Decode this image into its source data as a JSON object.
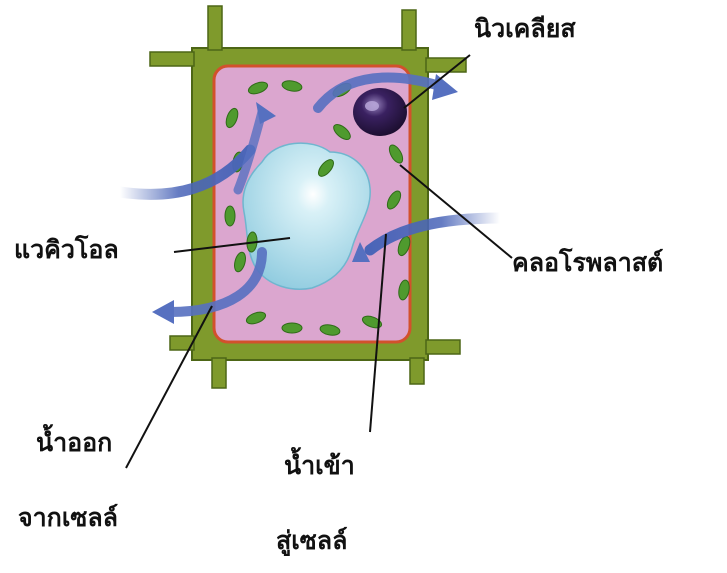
{
  "diagram": {
    "labels": {
      "nucleus": "นิวเคลียส",
      "chloroplast": "คลอโรพลาสต์",
      "vacuole": "แวคิวโอล",
      "water_out_line1": "น้ำออก",
      "water_out_line2": "จากเซลล์",
      "water_in_line1": "น้ำเข้า",
      "water_in_line2": "สู่เซลล์"
    },
    "colors": {
      "cell_wall": "#7f9a2c",
      "cytoplasm": "#dba6cf",
      "membrane": "#d2512c",
      "vacuole": "#9fd6e6",
      "nucleus": "#2b1748",
      "chloroplast": "#4f9a2e",
      "arrow": "#4a65b8"
    }
  }
}
